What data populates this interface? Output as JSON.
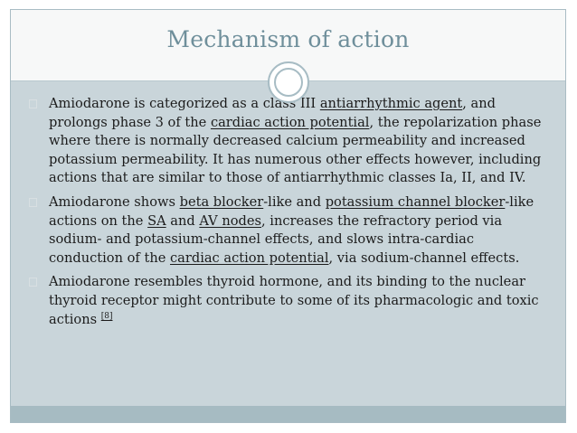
{
  "slide": {
    "title": "Mechanism of action"
  },
  "bullets": [
    {
      "parts": [
        {
          "t": "Amiodarone is categorized as a class III "
        },
        {
          "t": "antiarrhythmic agent",
          "link": true
        },
        {
          "t": ", and prolongs phase 3 of the "
        },
        {
          "t": "cardiac action potential",
          "link": true
        },
        {
          "t": ", the repolarization phase where there is normally decreased calcium permeability and increased potassium permeability. It has numerous other effects however, including actions that are similar to those of antiarrhythmic classes Ia, II, and IV."
        }
      ]
    },
    {
      "parts": [
        {
          "t": "Amiodarone shows "
        },
        {
          "t": "beta blocker",
          "link": true
        },
        {
          "t": "-like and "
        },
        {
          "t": "potassium channel blocker",
          "link": true
        },
        {
          "t": "-like actions on the "
        },
        {
          "t": "SA",
          "link": true
        },
        {
          "t": " and "
        },
        {
          "t": "AV nodes",
          "link": true
        },
        {
          "t": ", increases the refractory period via sodium- and potassium-channel effects, and slows intra-cardiac conduction of the "
        },
        {
          "t": "cardiac action potential",
          "link": true
        },
        {
          "t": ", via sodium-channel effects."
        }
      ]
    },
    {
      "parts": [
        {
          "t": "Amiodarone resembles thyroid hormone, and its binding to the nuclear thyroid receptor might contribute to some of its pharmacologic and toxic actions "
        },
        {
          "t": "[8]",
          "link": true,
          "sup": true
        }
      ]
    }
  ],
  "colors": {
    "title": "#6f8f9b",
    "content_bg": "#c9d5da",
    "band": "#a6bbc2",
    "text": "#1b1b1b"
  }
}
